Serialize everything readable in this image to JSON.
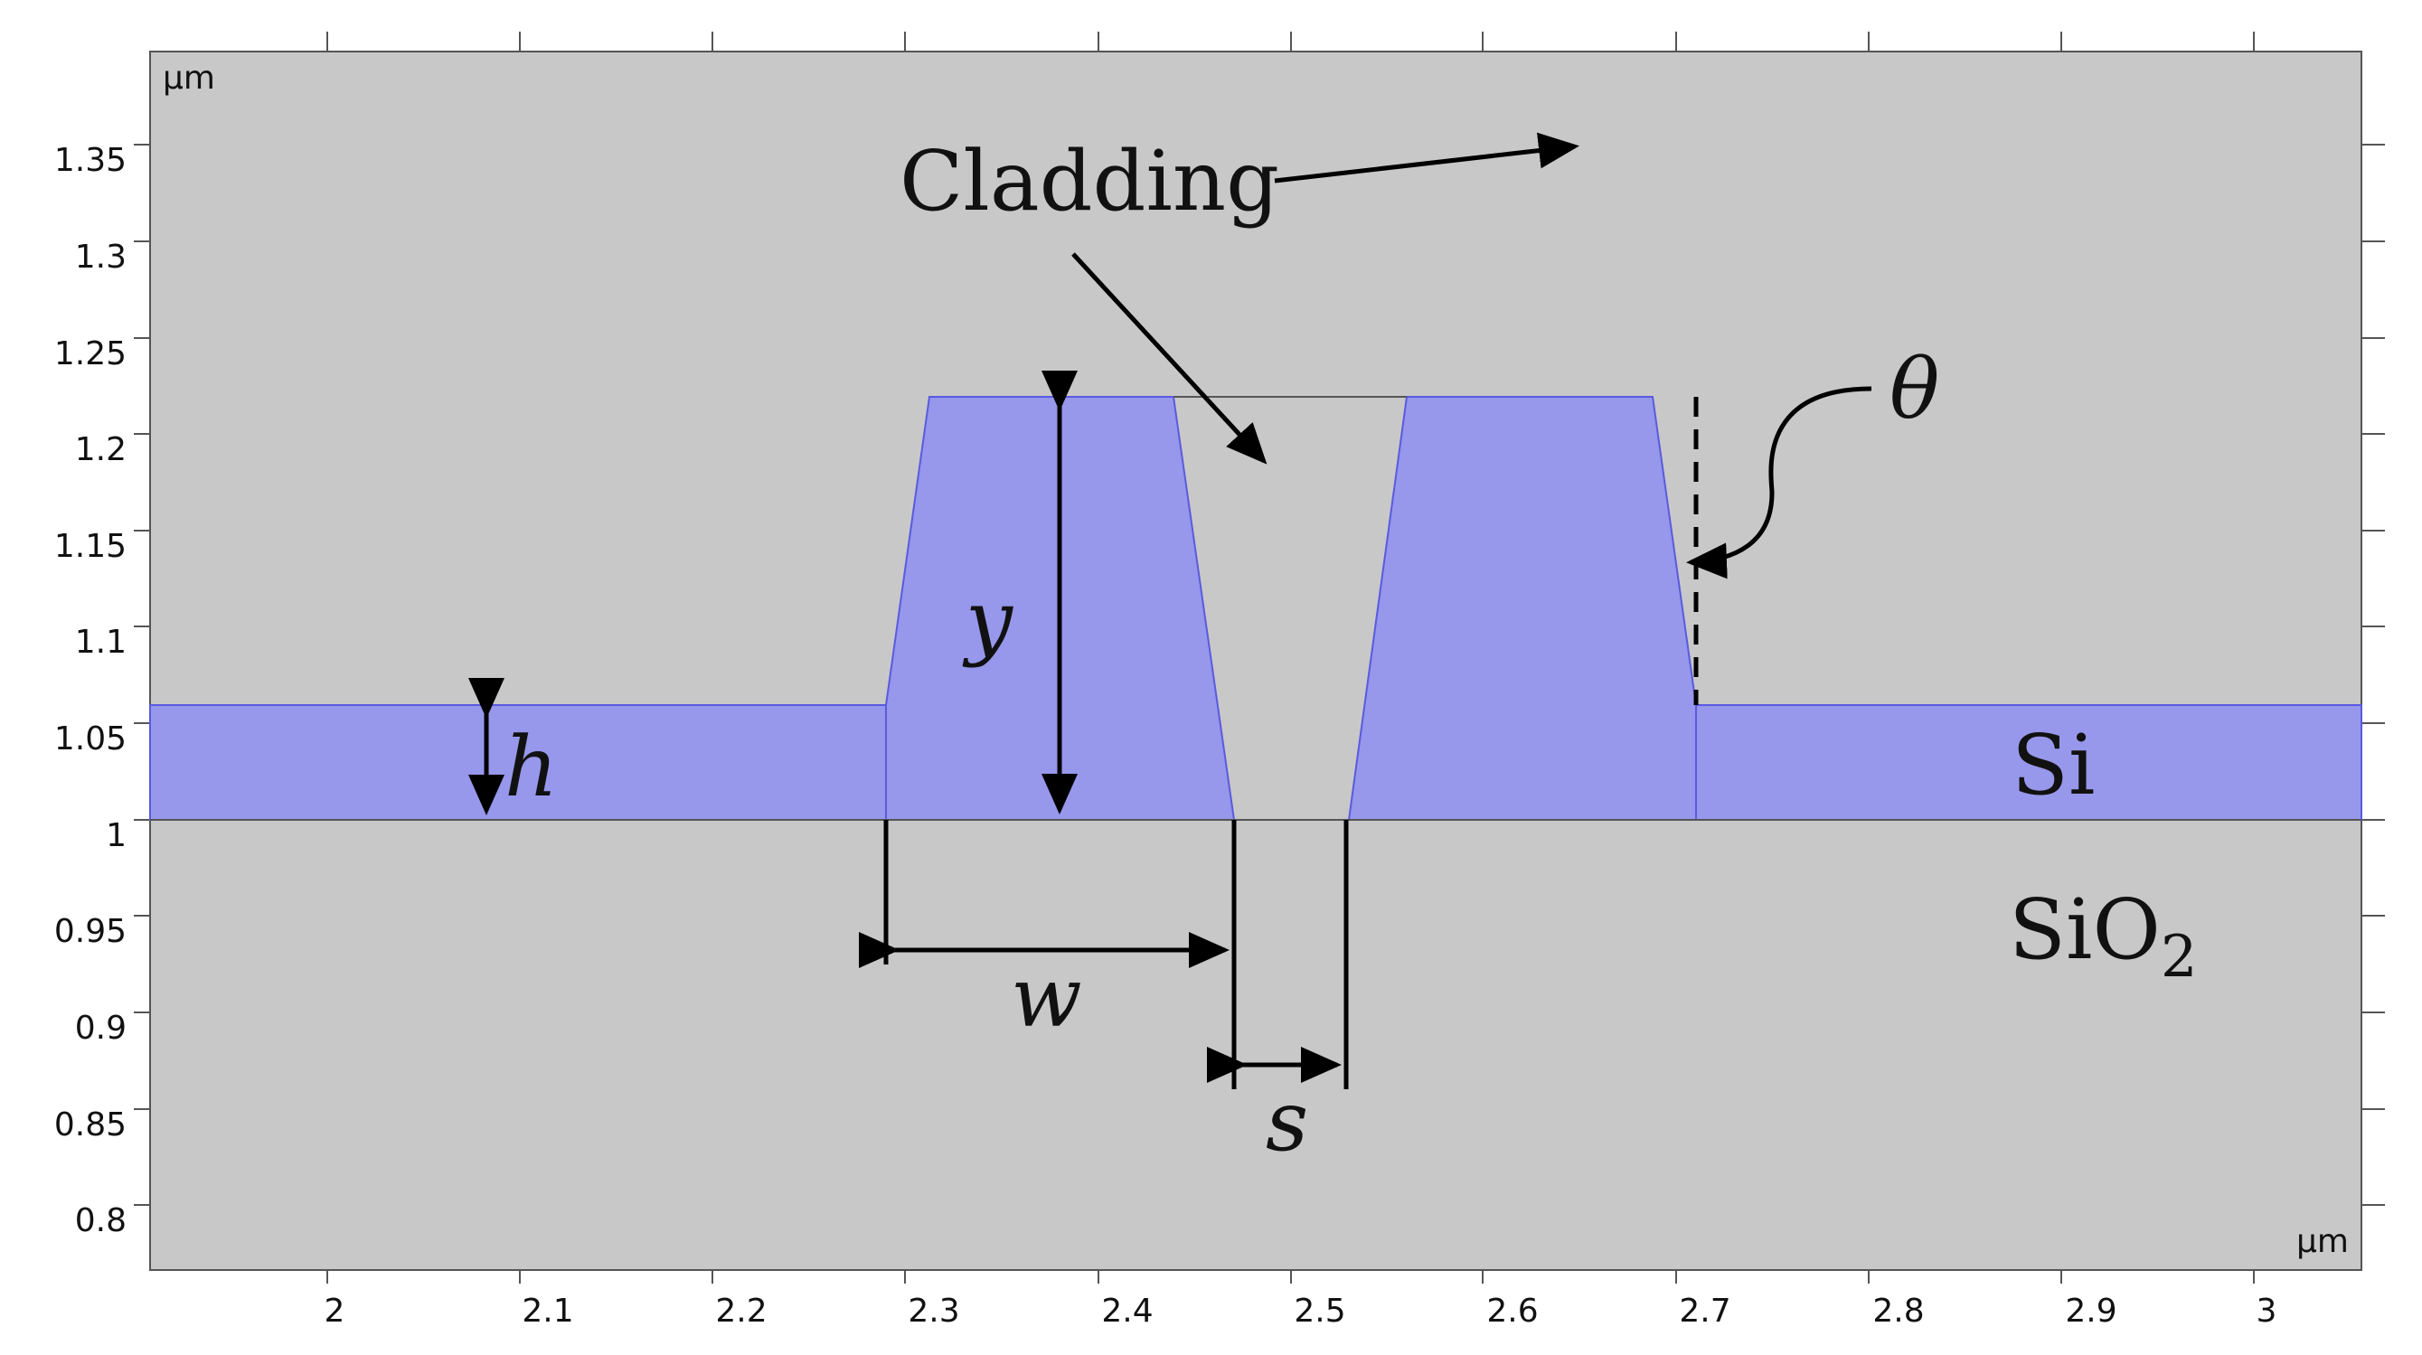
{
  "units": {
    "x": "μm",
    "y": "μm"
  },
  "axes": {
    "x_ticks": [
      "2",
      "2.1",
      "2.2",
      "2.3",
      "2.4",
      "2.5",
      "2.6",
      "2.7",
      "2.8",
      "2.9",
      "3"
    ],
    "y_ticks": [
      "1.35",
      "1.3",
      "1.25",
      "1.2",
      "1.15",
      "1.1",
      "1.05",
      "1",
      "0.95",
      "0.9",
      "0.85",
      "0.8"
    ],
    "x_range": [
      1.907,
      3.055
    ],
    "y_range": [
      0.766,
      1.399
    ]
  },
  "labels": {
    "cladding": "Cladding",
    "si": "Si",
    "sio2_base": "SiO",
    "sio2_sub": "2",
    "h": "h",
    "y": "y",
    "w": "w",
    "s": "s",
    "theta": "θ"
  },
  "colors": {
    "background": "#c8c8c8",
    "silicon": "#9797eb",
    "silicon_edge": "#5a5ae0",
    "annotation": "#000000"
  }
}
